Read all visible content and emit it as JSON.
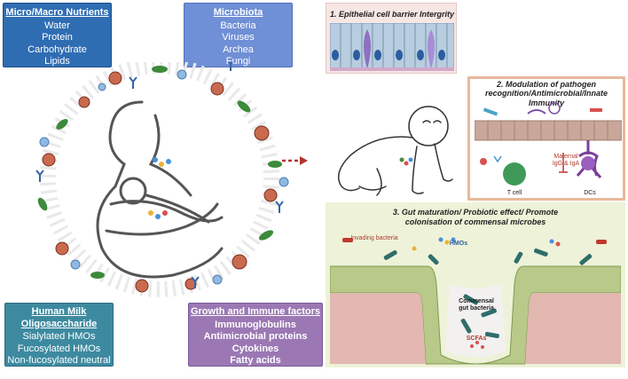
{
  "nutrients": {
    "title": "Micro/Macro Nutrients",
    "items": [
      "Water",
      "Protein",
      "Carbohydrate",
      "Lipids"
    ]
  },
  "microbiota": {
    "title": "Microbiota",
    "items": [
      "Bacteria",
      "Viruses",
      "Archea",
      "Fungi"
    ]
  },
  "hmo": {
    "title": "Human Milk Oligosaccharide",
    "items": [
      "Sialylated HMOs",
      "Fucosylated HMOs",
      "Non-fucosylated neutral",
      "HMOs"
    ]
  },
  "growth": {
    "title": "Growth and Immune factors",
    "items": [
      "Immunoglobulins",
      "Antimicrobial proteins",
      "Cytokines",
      "Fatty acids"
    ]
  },
  "panel1": {
    "title": "1. Epithelial cell barrier Intergrity"
  },
  "panel2": {
    "title_line1": "2. Modulation of pathogen",
    "title_line2": "recognition/Antimicrobial/Innate Immunity",
    "maternal": "Maternal",
    "igg": "IgG & IgA",
    "tcell": "T cell",
    "dcs": "DCs"
  },
  "panel3": {
    "title_line1": "3. Gut maturation/ Probiotic effect/ Promote",
    "title_line2": "colonisation of commensal  microbes",
    "invading": "Invading bacteria",
    "hmos": "HMOs",
    "commensal1": "Commensal",
    "commensal2": "gut bacteria",
    "scfas": "SCFAs"
  },
  "colors": {
    "nutrients": "#2f6db3",
    "microbiota": "#6f8fd6",
    "hmo": "#3d8aa0",
    "growth": "#9b78b4",
    "arrow": "#b5332e"
  }
}
